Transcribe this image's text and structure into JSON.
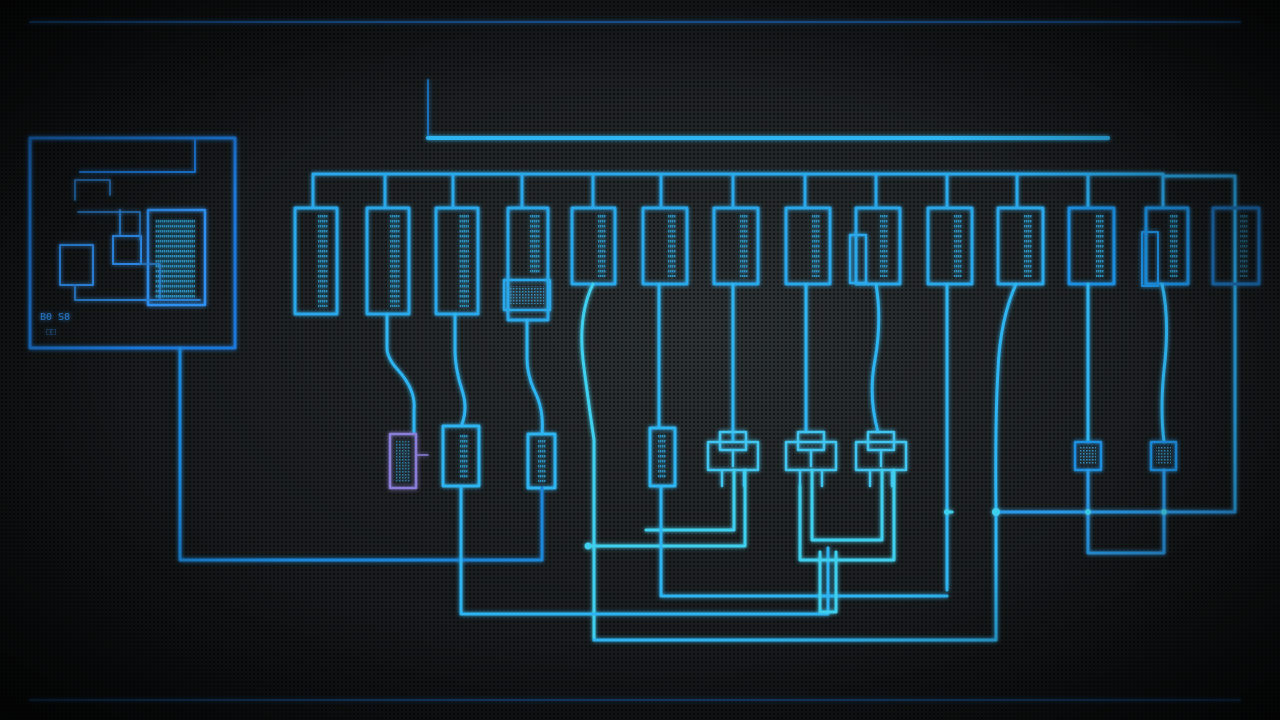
{
  "diagram": {
    "colors": {
      "background": "#1c2022",
      "wire_primary": "#2fb4f0",
      "wire_cyan": "#3fd0ef",
      "wire_deep": "#1a84d8",
      "module_purple": "#8a7fd8"
    },
    "inset_panel": {
      "labels": [
        "B0 S8",
        "⬚⬚"
      ]
    },
    "modules": [
      {
        "id": "m1",
        "kind": "tall"
      },
      {
        "id": "m2",
        "kind": "tall"
      },
      {
        "id": "m3",
        "kind": "tall"
      },
      {
        "id": "m4",
        "kind": "tall"
      },
      {
        "id": "m5",
        "kind": "short"
      },
      {
        "id": "m6",
        "kind": "short"
      },
      {
        "id": "m7",
        "kind": "short"
      },
      {
        "id": "m8",
        "kind": "short"
      },
      {
        "id": "m9",
        "kind": "short"
      },
      {
        "id": "m10",
        "kind": "short"
      },
      {
        "id": "m11",
        "kind": "short"
      },
      {
        "id": "m12",
        "kind": "short"
      },
      {
        "id": "m13",
        "kind": "short"
      },
      {
        "id": "m14",
        "kind": "short"
      }
    ],
    "lower_components": [
      {
        "id": "c1",
        "kind": "capacitor"
      },
      {
        "id": "c2",
        "kind": "capacitor"
      },
      {
        "id": "c3",
        "kind": "capacitor"
      },
      {
        "id": "c4",
        "kind": "capacitor"
      },
      {
        "id": "c5",
        "kind": "connector"
      },
      {
        "id": "c6",
        "kind": "connector"
      },
      {
        "id": "c7",
        "kind": "connector"
      },
      {
        "id": "c8",
        "kind": "pad"
      },
      {
        "id": "c9",
        "kind": "pad"
      }
    ]
  }
}
